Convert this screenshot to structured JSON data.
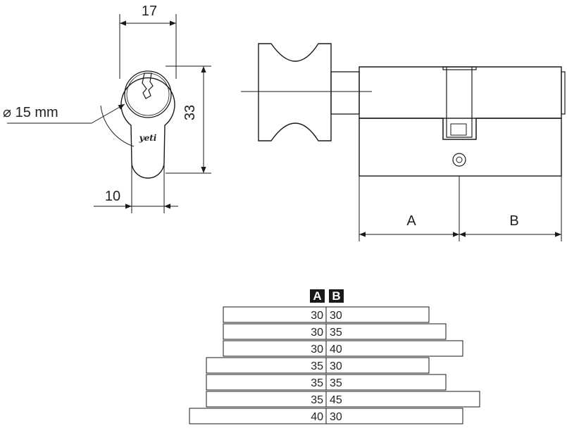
{
  "drawing": {
    "dim_width_top": "17",
    "dim_height": "33",
    "dim_diameter": "⌀ 15 mm",
    "dim_width_bottom": "10",
    "dim_a": "A",
    "dim_b": "B",
    "logo_text": "yeti"
  },
  "table": {
    "header_a": "A",
    "header_b": "B",
    "rows": [
      {
        "a": "30",
        "b": "30"
      },
      {
        "a": "30",
        "b": "35"
      },
      {
        "a": "30",
        "b": "40"
      },
      {
        "a": "35",
        "b": "30"
      },
      {
        "a": "35",
        "b": "35"
      },
      {
        "a": "35",
        "b": "45"
      },
      {
        "a": "40",
        "b": "30"
      }
    ]
  }
}
